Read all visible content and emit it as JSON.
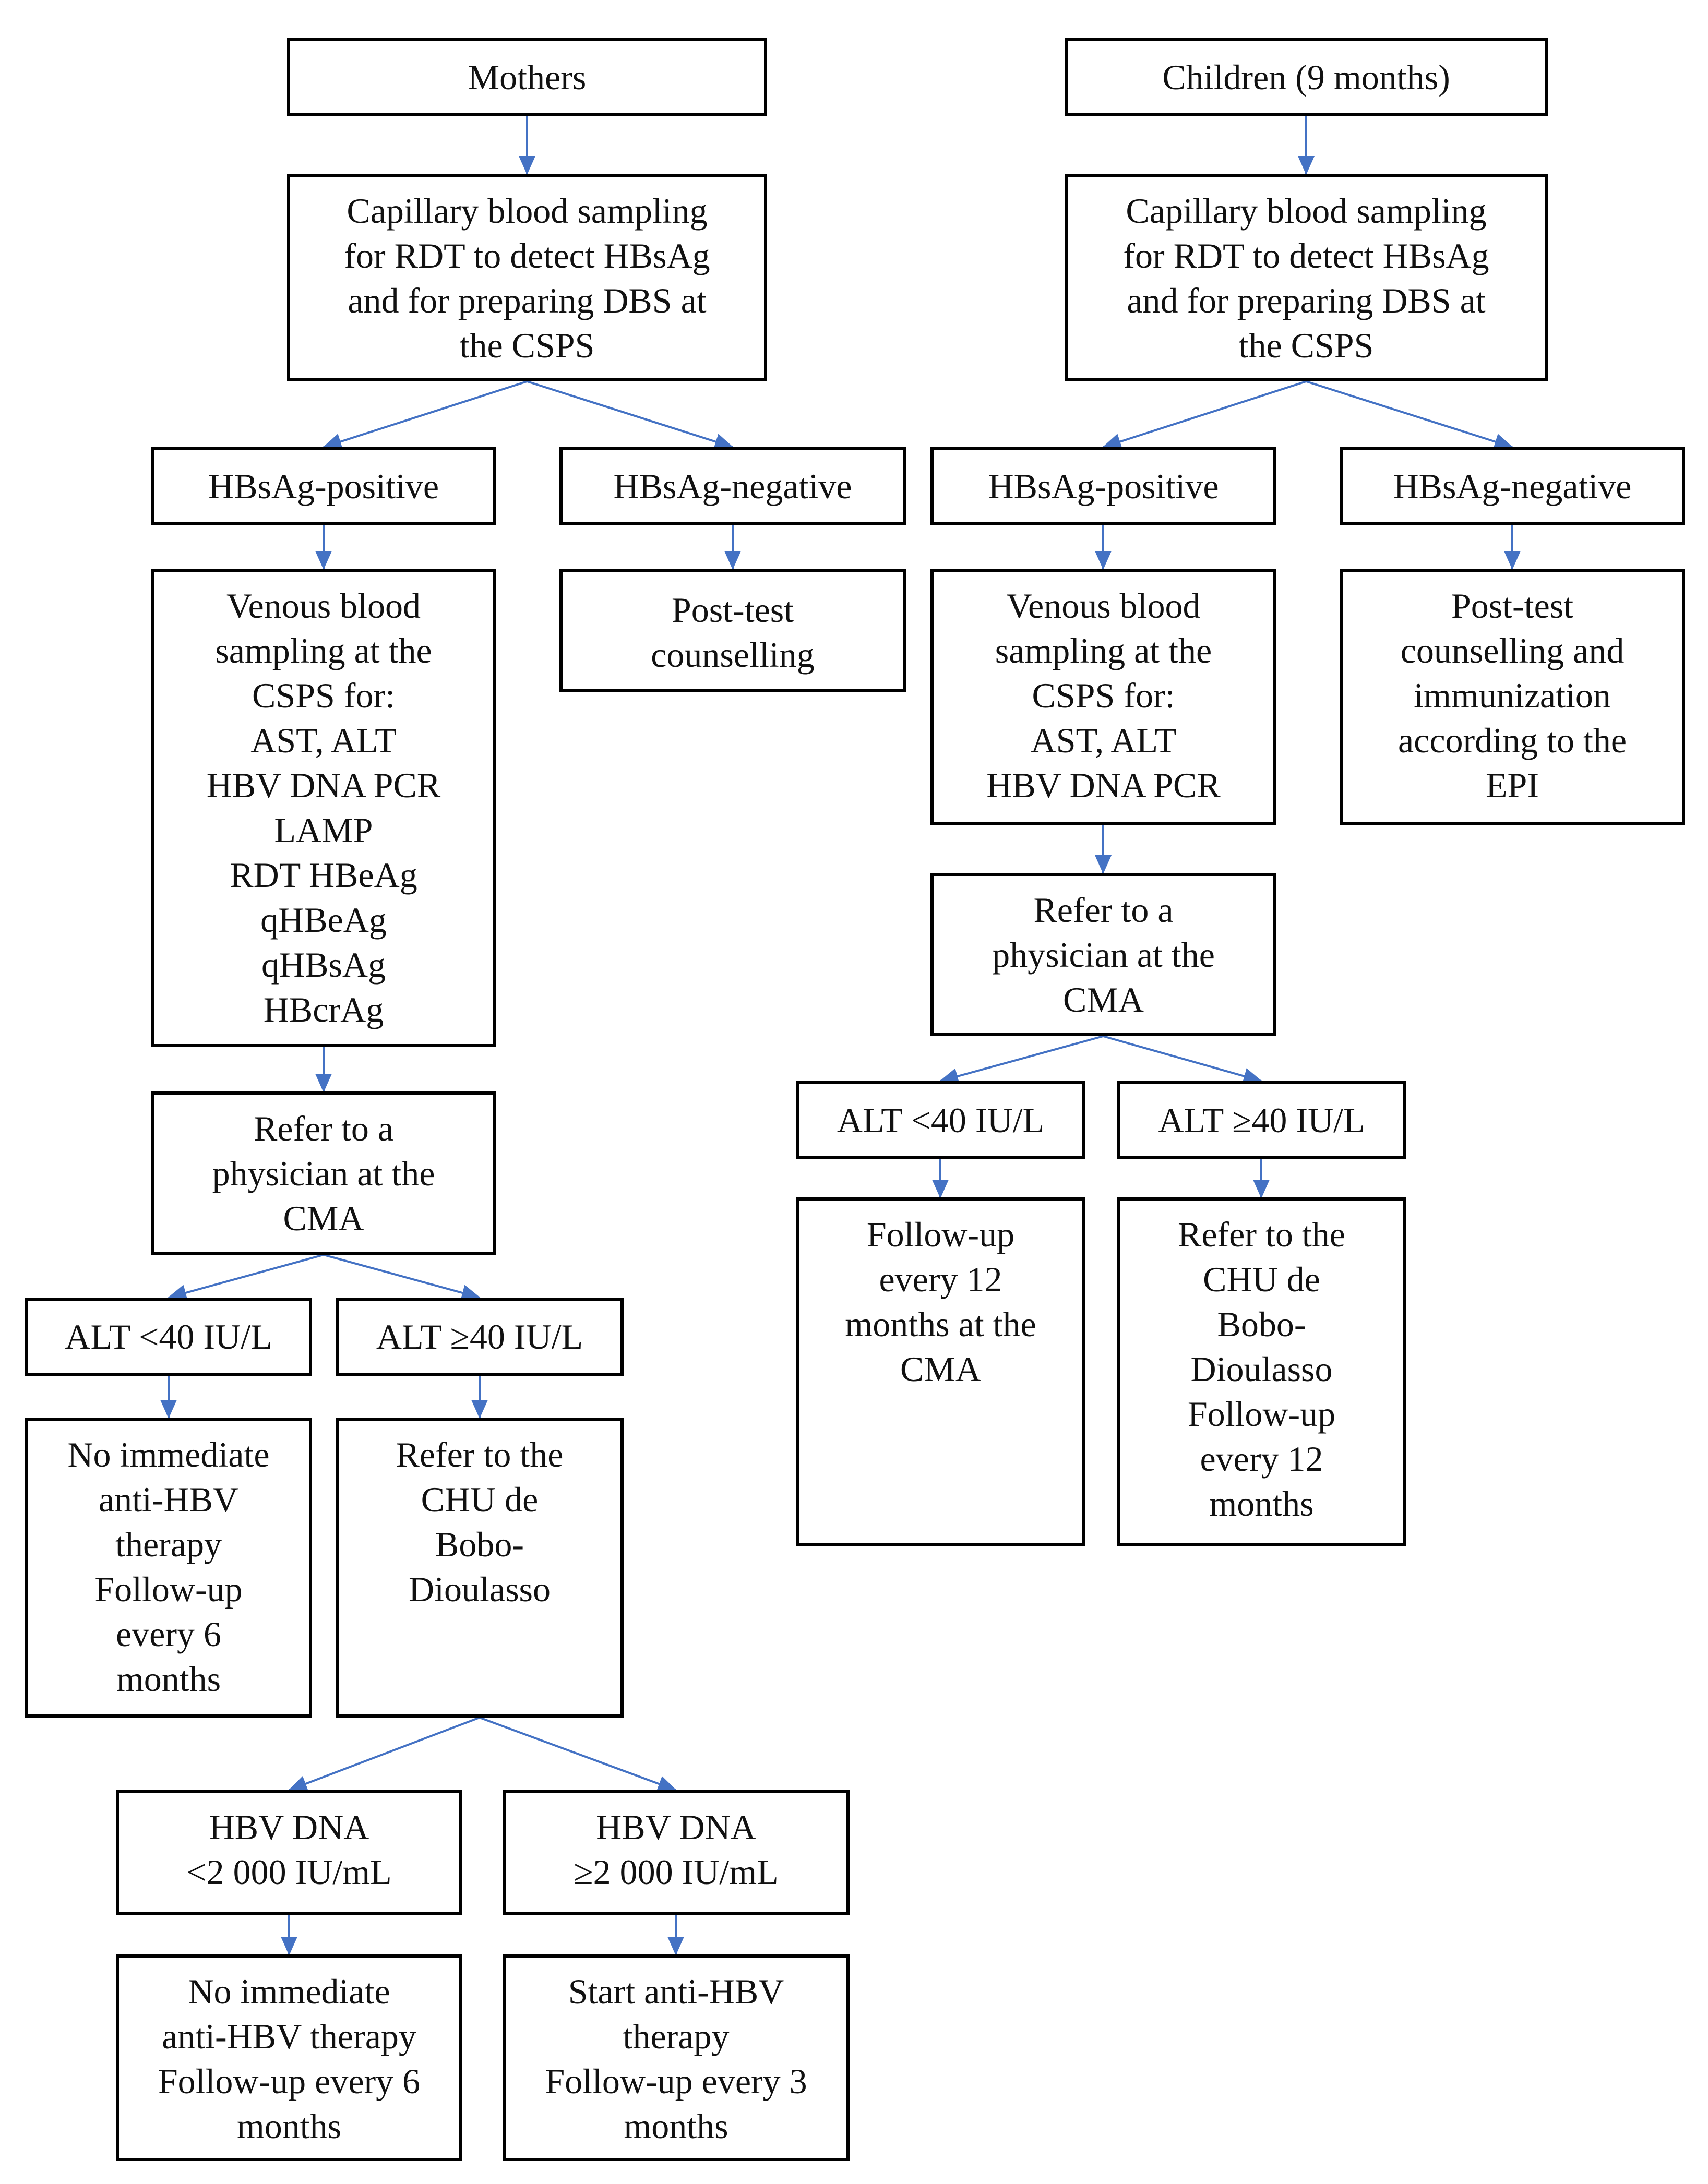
{
  "diagram": {
    "mothers": {
      "header": "Mothers",
      "sampling": [
        "Capillary blood sampling",
        "for RDT to detect HBsAg",
        "and for preparing DBS at",
        "the CSPS"
      ],
      "positive": "HBsAg-positive",
      "negative": "HBsAg-negative",
      "post_test": [
        "Post-test",
        "counselling"
      ],
      "venous": [
        "Venous blood",
        "sampling at the",
        "CSPS for:",
        "AST, ALT",
        "HBV DNA PCR",
        "LAMP",
        "RDT HBeAg",
        "qHBeAg",
        "qHBsAg",
        "HBcrAg"
      ],
      "refer_physician": [
        "Refer to a",
        "physician at the",
        "CMA"
      ],
      "alt_low": "ALT <40 IU/L",
      "alt_high": "ALT ≥40 IU/L",
      "no_therapy": [
        "No immediate",
        "anti-HBV",
        "therapy",
        "Follow-up",
        "every 6",
        "months"
      ],
      "refer_chu": [
        "Refer to the",
        "CHU de",
        "Bobo-",
        "Dioulasso"
      ],
      "dna_low": [
        "HBV DNA",
        "<2 000 IU/mL"
      ],
      "dna_high": [
        "HBV DNA",
        "≥2 000 IU/mL"
      ],
      "no_therapy_2": [
        "No immediate",
        "anti-HBV therapy",
        "Follow-up every 6",
        "months"
      ],
      "start_therapy": [
        "Start anti-HBV",
        "therapy",
        "Follow-up every 3",
        "months"
      ]
    },
    "children": {
      "header": "Children (9 months)",
      "sampling": [
        "Capillary blood sampling",
        "for RDT to detect HBsAg",
        "and for preparing DBS at",
        "the CSPS"
      ],
      "positive": "HBsAg-positive",
      "negative": "HBsAg-negative",
      "post_test": [
        "Post-test",
        "counselling and",
        "immunization",
        "according to the",
        "EPI"
      ],
      "venous": [
        "Venous blood",
        "sampling at the",
        "CSPS for:",
        "AST, ALT",
        "HBV DNA PCR"
      ],
      "refer_physician": [
        "Refer to a",
        "physician at the",
        "CMA"
      ],
      "alt_low": "ALT <40 IU/L",
      "alt_high": "ALT ≥40 IU/L",
      "follow_up": [
        "Follow-up",
        "every 12",
        "months at the",
        "CMA"
      ],
      "refer_chu": [
        "Refer to the",
        "CHU de",
        "Bobo-",
        "Dioulasso",
        "Follow-up",
        "every 12",
        "months"
      ]
    },
    "colors": {
      "arrow": "#4472C4",
      "border": "#000000",
      "text": "#111111"
    }
  }
}
